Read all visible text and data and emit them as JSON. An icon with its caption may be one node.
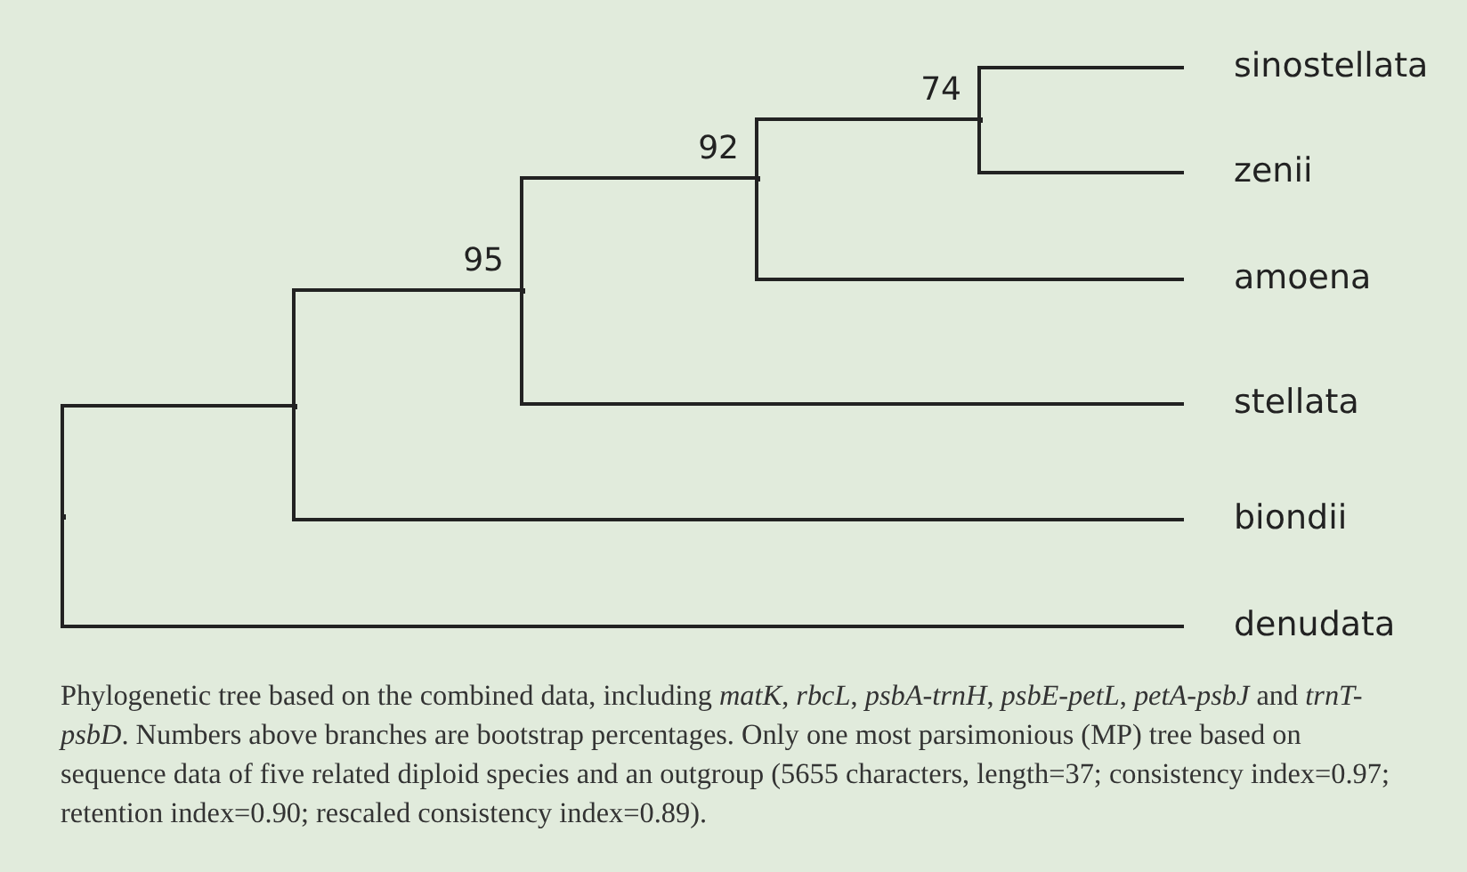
{
  "diagram": {
    "caption": "Phylogenetic tree based on the combined data, including *matK*, *rbcL*, *psbA-trnH*, *psbE-petL*, *petA-psbJ* and *trnT-psbD*. Numbers above branches are bootstrap percentages. Only one most parsimonious (MP) tree based on sequence data of five related diploid species and an outgroup (5655 characters, length=37; consistency index=0.97; retention index=0.90; rescaled consistency index=0.89).",
    "nodes": [
      {
        "text": [
          "sinostellata"
        ]
      },
      {
        "text": [
          "zenii"
        ]
      },
      {
        "text": [
          "amoena"
        ]
      },
      {
        "text": [
          "stellata"
        ]
      },
      {
        "text": [
          "biondii"
        ]
      },
      {
        "text": [
          "denudata"
        ]
      },
      {
        "text": [],
        "shape": "point"
      },
      {
        "text": [],
        "shape": "point"
      },
      {
        "text": [],
        "shape": "point",
        "beside": [
          "95"
        ]
      },
      {
        "text": [],
        "shape": "point",
        "beside": [
          "92"
        ]
      },
      {
        "text": [],
        "shape": "point",
        "beside": [
          "74"
        ]
      }
    ],
    "edges": [
      {
        "from": 6,
        "to": 7,
        "arrow": "none"
      },
      {
        "from": 6,
        "to": 5,
        "arrow": "none"
      },
      {
        "from": 7,
        "to": 8,
        "arrow": "none"
      },
      {
        "from": 7,
        "to": 4,
        "arrow": "none"
      },
      {
        "from": 8,
        "to": 9,
        "arrow": "none"
      },
      {
        "from": 8,
        "to": 3,
        "arrow": "none"
      },
      {
        "from": 9,
        "to": 10,
        "arrow": "none"
      },
      {
        "from": 9,
        "to": 2,
        "arrow": "none"
      },
      {
        "from": 10,
        "to": 0,
        "arrow": "none"
      },
      {
        "from": 10,
        "to": 1,
        "arrow": "none"
      }
    ]
  }
}
